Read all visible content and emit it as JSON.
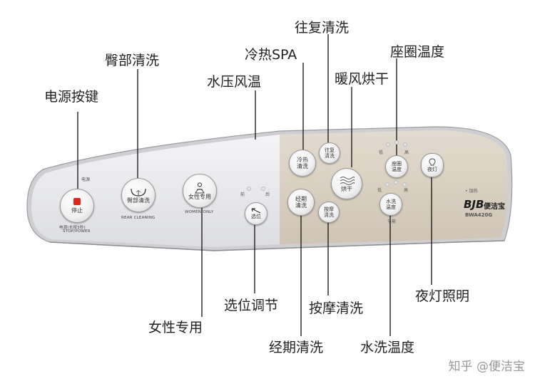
{
  "callouts": {
    "power": "电源按键",
    "rear_wash": "臀部清洗",
    "water_pressure_temp": "水压风温",
    "hot_cold_spa": "冷热SPA",
    "oscillating_wash": "往复清洗",
    "warm_air_dry": "暖风烘干",
    "seat_temp": "座圈温度",
    "night_light": "夜灯照明",
    "position_adjust": "选位调节",
    "feminine_wash": "女性专用",
    "massage_wash": "按摩清洗",
    "menstrual_wash": "经期清洗",
    "water_temp": "水洗温度"
  },
  "panel": {
    "power_top_label": "电源",
    "power_button": "停止",
    "power_caption_cn": "电源(长按3秒)",
    "power_caption_en": "STOP/POWER",
    "rear_button": "臀部清洗",
    "rear_caption": "REAR CLEANING",
    "women_button": "女性专用",
    "women_caption": "WOMEN-ONLY",
    "pos_front": "前",
    "pos_back": "后",
    "pos_button": "选位",
    "spa_line1": "冷热",
    "spa_line2": "清洗",
    "osc_line1": "往复",
    "osc_line2": "清洗",
    "dry_button": "烘干",
    "menses_line1": "经期",
    "menses_line2": "清洗",
    "massage_line1": "按摩",
    "massage_line2": "清洗",
    "seat_low": "低",
    "seat_high": "高",
    "seat_line1": "座圈",
    "seat_line2": "温度",
    "water_low": "低",
    "water_high": "高",
    "water_line1": "水洗",
    "water_line2": "温度",
    "energy": "节能",
    "night_light_button": "夜灯",
    "heating": "• 加热",
    "brand_logo": "BJB",
    "brand_name": "便洁宝",
    "model": "BWA420G"
  },
  "watermark": "知乎 @便洁宝",
  "colors": {
    "panel_left": "#e9eaed",
    "panel_right": "#d8cec0",
    "power_led": "#e0261b",
    "leader_line": "#111111"
  },
  "icons": {
    "rear": "rear-wash-icon",
    "women": "feminine-wash-icon",
    "position": "position-arrow-icon",
    "dry": "warm-air-waves-icon",
    "night": "night-light-bulb-icon"
  }
}
